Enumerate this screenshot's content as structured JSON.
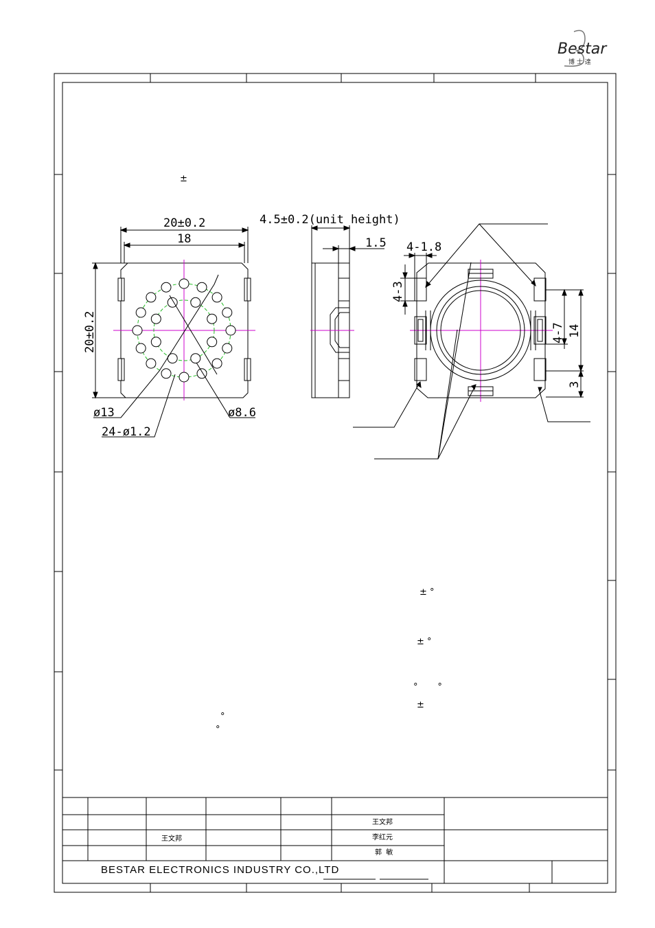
{
  "logo": {
    "brand": "Bestar",
    "subtitle": "博 士 達"
  },
  "colors": {
    "line": "#000000",
    "center_line": "#cc00cc",
    "hidden_circle": "#22bb22"
  },
  "front_view": {
    "width_label": "20±0.2",
    "inner_width_label": "18",
    "height_label": "20±0.2",
    "outer_circle_label": "ø13",
    "holes_label": "24-ø1.2",
    "inner_circle_label": "ø8.6"
  },
  "side_view": {
    "height_label": "4.5±0.2(unit height)",
    "lip_label": "1.5"
  },
  "bottom_view": {
    "pad_width_label": "4-1.8",
    "pad_height_label": "4-3",
    "pad_pitch_label": "4-7",
    "overall_pitch_label": "14",
    "pad_offset_label": "3"
  },
  "notes": {
    "pm_symbol_1": "±",
    "pm_deg_1": "± °",
    "pm_deg_2": "± °",
    "deg_pair": "°       °",
    "pm_symbol_2": "±",
    "deg_1": "°",
    "deg_2": "°"
  },
  "title_block": {
    "name_row1": "王文邦",
    "name_row2_left": "王文邦",
    "name_row2_right": "李红元",
    "name_row3": "郭  敏",
    "company": "BESTAR ELECTRONICS INDUSTRY CO.,LTD"
  }
}
